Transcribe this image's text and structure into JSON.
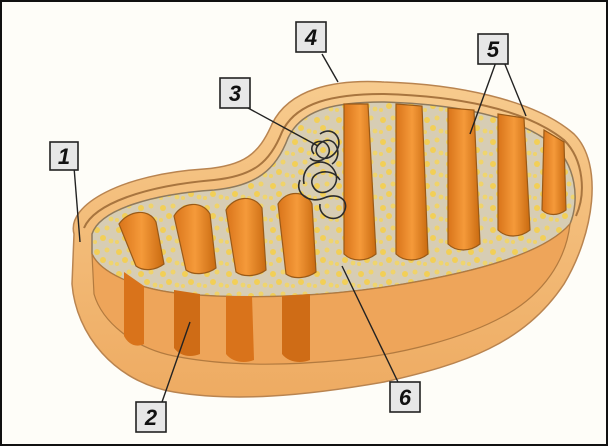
{
  "diagram": {
    "callouts": [
      {
        "id": "1",
        "label": "1"
      },
      {
        "id": "2",
        "label": "2"
      },
      {
        "id": "3",
        "label": "3"
      },
      {
        "id": "4",
        "label": "4"
      },
      {
        "id": "5",
        "label": "5"
      },
      {
        "id": "6",
        "label": "6"
      }
    ],
    "colors": {
      "outer_membrane": "#f4be78",
      "matrix": "#d7cdb4",
      "cristae": "#e6861f",
      "cristae_dark": "#c96a10",
      "granules": "#f2cf57",
      "dna": "#2b2b2b",
      "label_box_fill": "#e7e7e7",
      "label_box_border": "#222222"
    }
  }
}
